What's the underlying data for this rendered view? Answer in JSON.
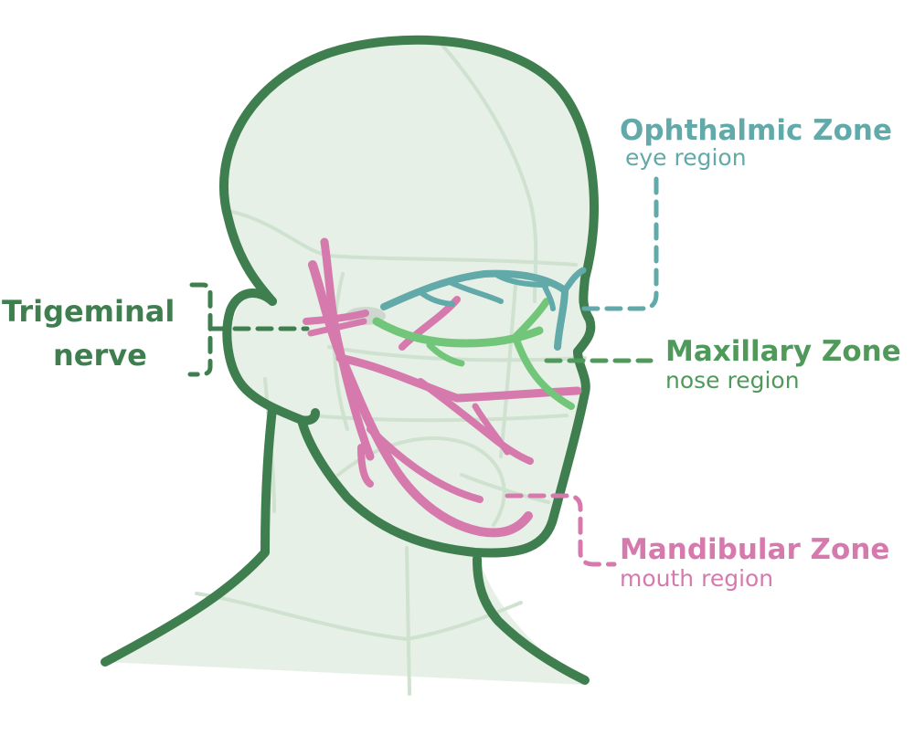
{
  "colors": {
    "outline": "#3f7f4f",
    "skin": "#e7f0e7",
    "guide": "#cfe1cf",
    "ophthalmic": "#62a9a9",
    "maxillary": "#72c67a",
    "mandibular": "#d67aae",
    "trigeminal_text": "#3f7f4f",
    "maxillary_text": "#4f9a5a",
    "ganglion": "#cfd8cf"
  },
  "labels": {
    "trigeminal": {
      "line1": "Trigeminal",
      "line2": "nerve"
    },
    "ophthalmic": {
      "title": "Ophthalmic Zone",
      "subtitle": "eye region"
    },
    "maxillary": {
      "title": "Maxillary Zone",
      "subtitle": "nose region"
    },
    "mandibular": {
      "title": "Mandibular Zone",
      "subtitle": "mouth region"
    }
  }
}
